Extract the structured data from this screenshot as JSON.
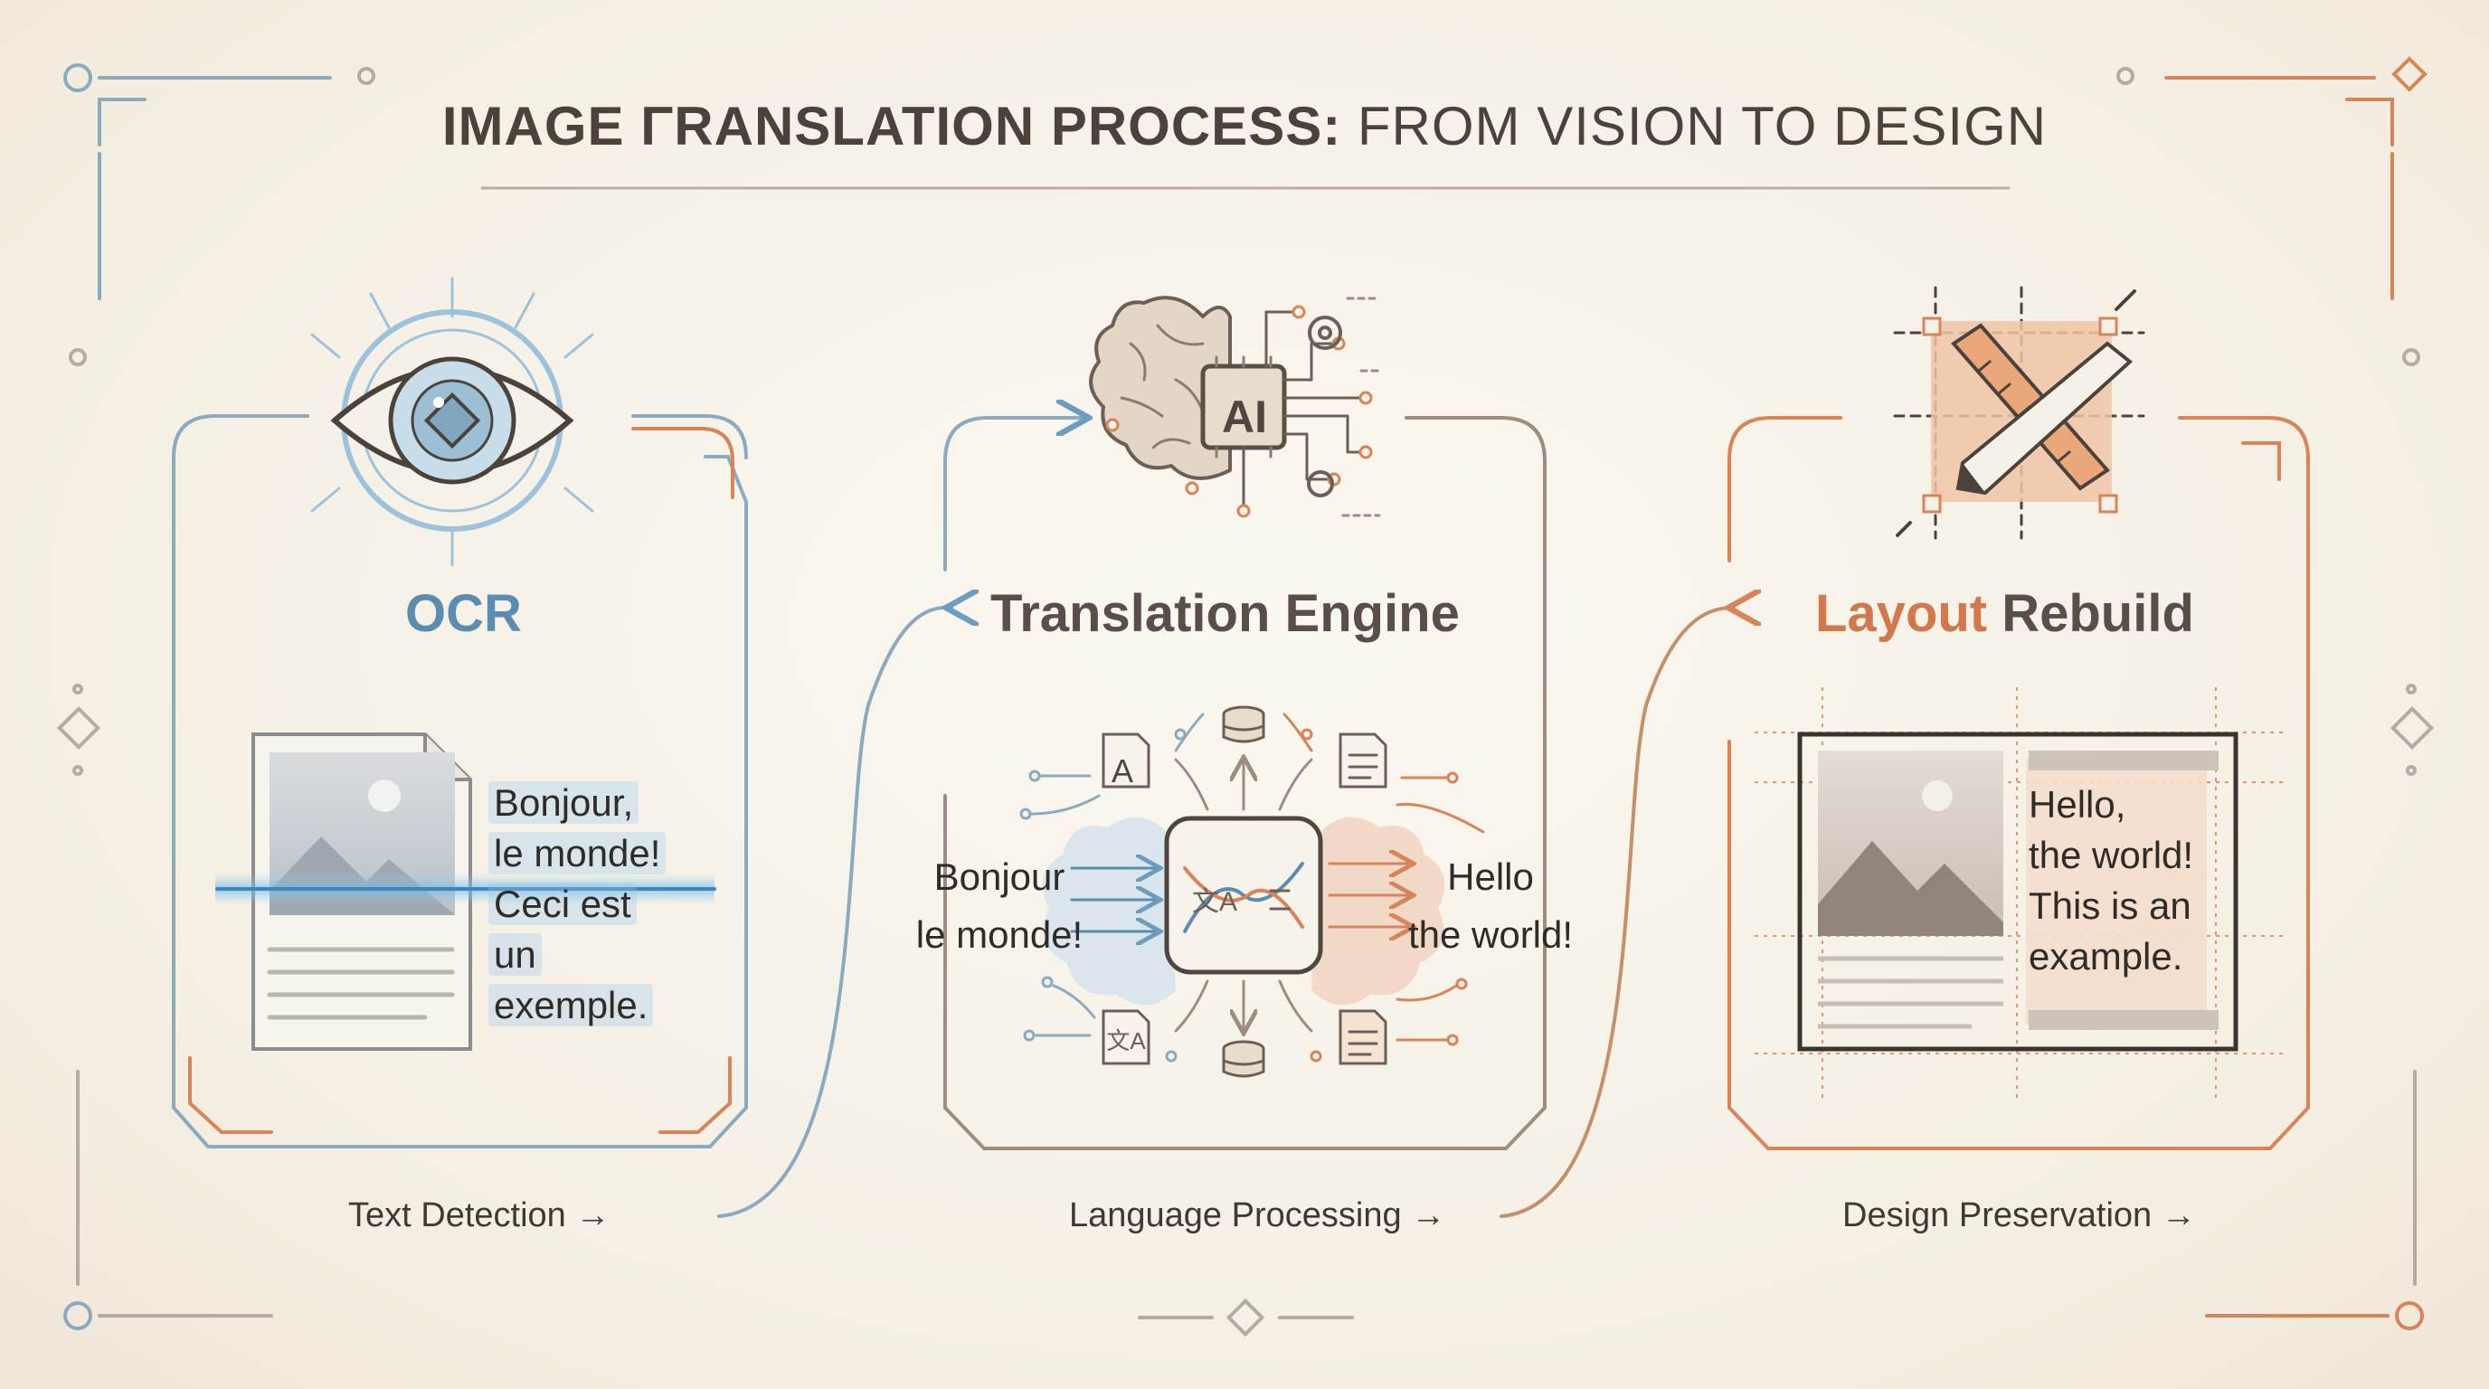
{
  "title": {
    "bold": "IMAGE ΓRANSLATION PROCESS:",
    "light": " FROM VISION TO DESIGN"
  },
  "stages": [
    {
      "title": "OCR",
      "icon": "eye-icon",
      "snippet": [
        "Bonjour,",
        "le monde!",
        "Ceci est",
        "un",
        "exemple."
      ],
      "footer": "Text Detection →",
      "color": "#5b8db0"
    },
    {
      "title": "Translation Engine",
      "icon": "ai-brain-icon",
      "chip_label": "AI",
      "source_text": [
        "Bonjour",
        "le monde!"
      ],
      "target_text": [
        "Hello",
        "the world!"
      ],
      "doc_glyph": "A",
      "footer": "Language Processing →",
      "color": "#5a4f47"
    },
    {
      "title_part1": "Layout",
      "title_part2": " Rebuild",
      "icon": "design-tools-icon",
      "snippet": [
        "Hello,",
        "the world!",
        "This is an",
        "example."
      ],
      "footer": "Design Preservation →",
      "color": "#d2784a"
    }
  ],
  "colors": {
    "blue": "#6b9dc0",
    "orange": "#d98457",
    "gray": "#a39584",
    "ink": "#4a423b",
    "background": "#f6f1e6"
  }
}
